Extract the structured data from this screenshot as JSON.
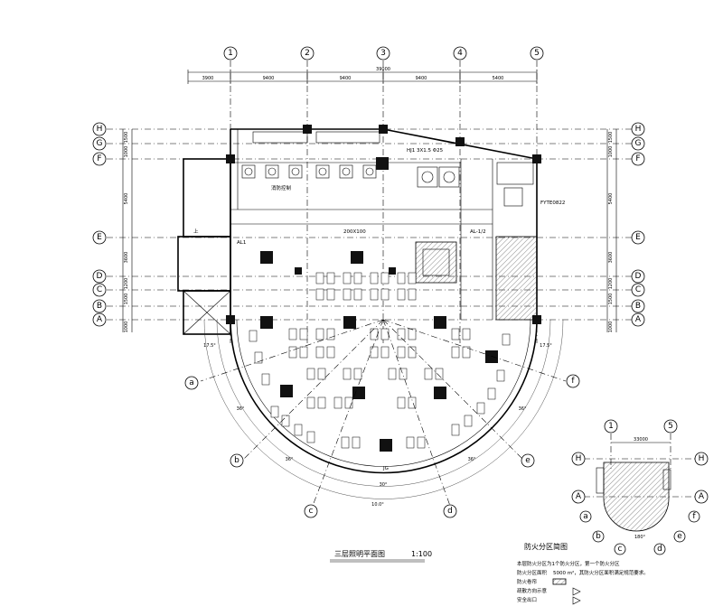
{
  "grid_top": [
    "1",
    "2",
    "3",
    "4",
    "5"
  ],
  "grid_side": [
    "H",
    "G",
    "F",
    "E",
    "D",
    "C",
    "B",
    "A"
  ],
  "arc_axes": [
    "a",
    "b",
    "c",
    "d",
    "e",
    "f"
  ],
  "overall_dimension": "39000",
  "top_dims": [
    "3900",
    "9400",
    "9400",
    "9400",
    "5400"
  ],
  "side_dims_left": [
    "1500",
    "1000",
    "5400",
    "3600",
    "1200",
    "1500",
    "1000"
  ],
  "side_dims_right": [
    "1500",
    "1000",
    "5400",
    "3600",
    "1200",
    "1500",
    "1000"
  ],
  "room_labels": {
    "hall_width": "200X100",
    "stair_up": "上",
    "top_note": "HJ1 3X1.5 Φ25",
    "left_panel": "AL1",
    "right_equipment": "AL-1/2",
    "fire_note": "FYTE0822",
    "vertical_note": "消防控制",
    "column_mark": "JG"
  },
  "angles": {
    "left_outer": "17.5°",
    "right_outer": "17.5°",
    "a1": "36°",
    "a2": "36°",
    "a3": "36°",
    "a4": "36°",
    "bottom": "10.0°",
    "lower_mid": "30°"
  },
  "plan_title": "三层照明平面图",
  "plan_scale": "1:100",
  "key_plan": {
    "title": "防火分区简图",
    "top_axes": [
      "1",
      "5"
    ],
    "side_axes": [
      "H",
      "A"
    ],
    "arc_axes": [
      "a",
      "b",
      "c",
      "d",
      "e",
      "f"
    ],
    "top_dim": "33000",
    "arc_angle": "180°"
  },
  "legend": {
    "note1": "本层防火分区为1个防火分区，第一个防火分区",
    "area_label": "防火分区面积",
    "area_value": "5000 m²，其防火分区面积满足规范要求。",
    "row3": "防火卷帘",
    "row4": "疏散方向示意",
    "row5": "安全出口"
  },
  "colors": {
    "line": "#000000",
    "paper": "#ffffff",
    "hatch": "#555555"
  }
}
